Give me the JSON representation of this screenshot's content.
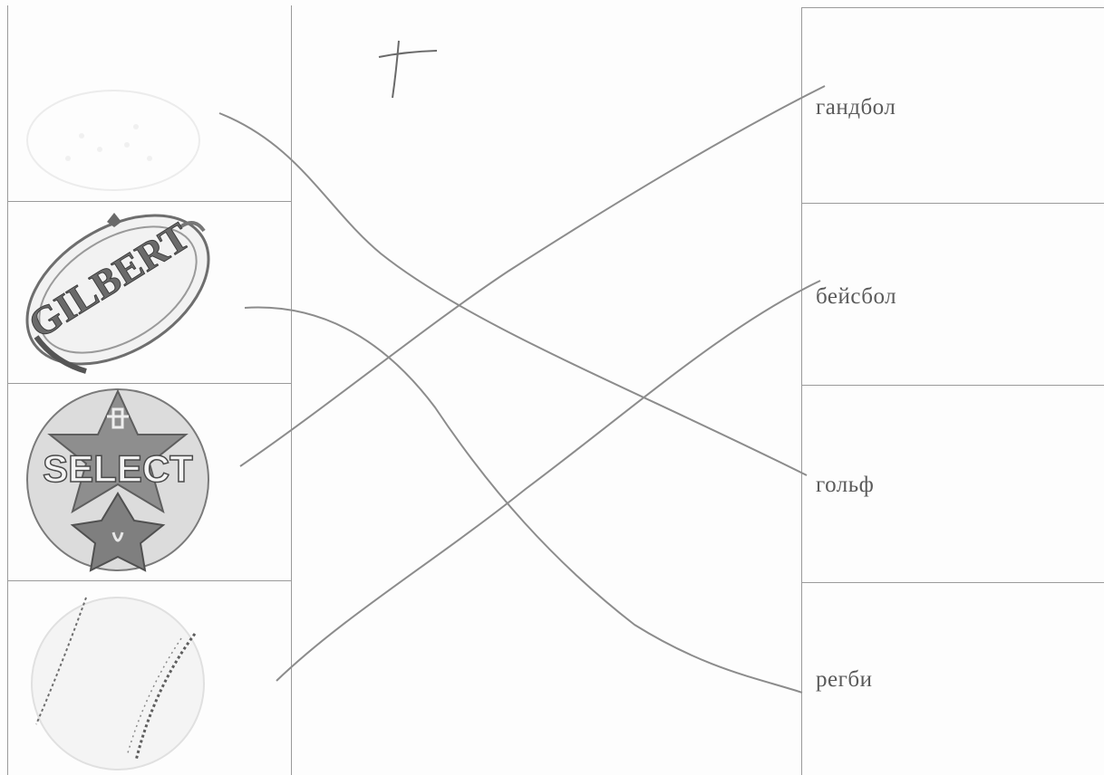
{
  "worksheet": {
    "mark": "+",
    "ball_pictures": [
      {
        "name": "golf-ball-picture"
      },
      {
        "name": "rugby-ball-picture",
        "logo_text": "GILBERT"
      },
      {
        "name": "handball-picture",
        "logo_text": "SELECT"
      },
      {
        "name": "baseball-picture"
      }
    ],
    "words": [
      "гандбол",
      "бейсбол",
      "гольф",
      "регби"
    ]
  }
}
